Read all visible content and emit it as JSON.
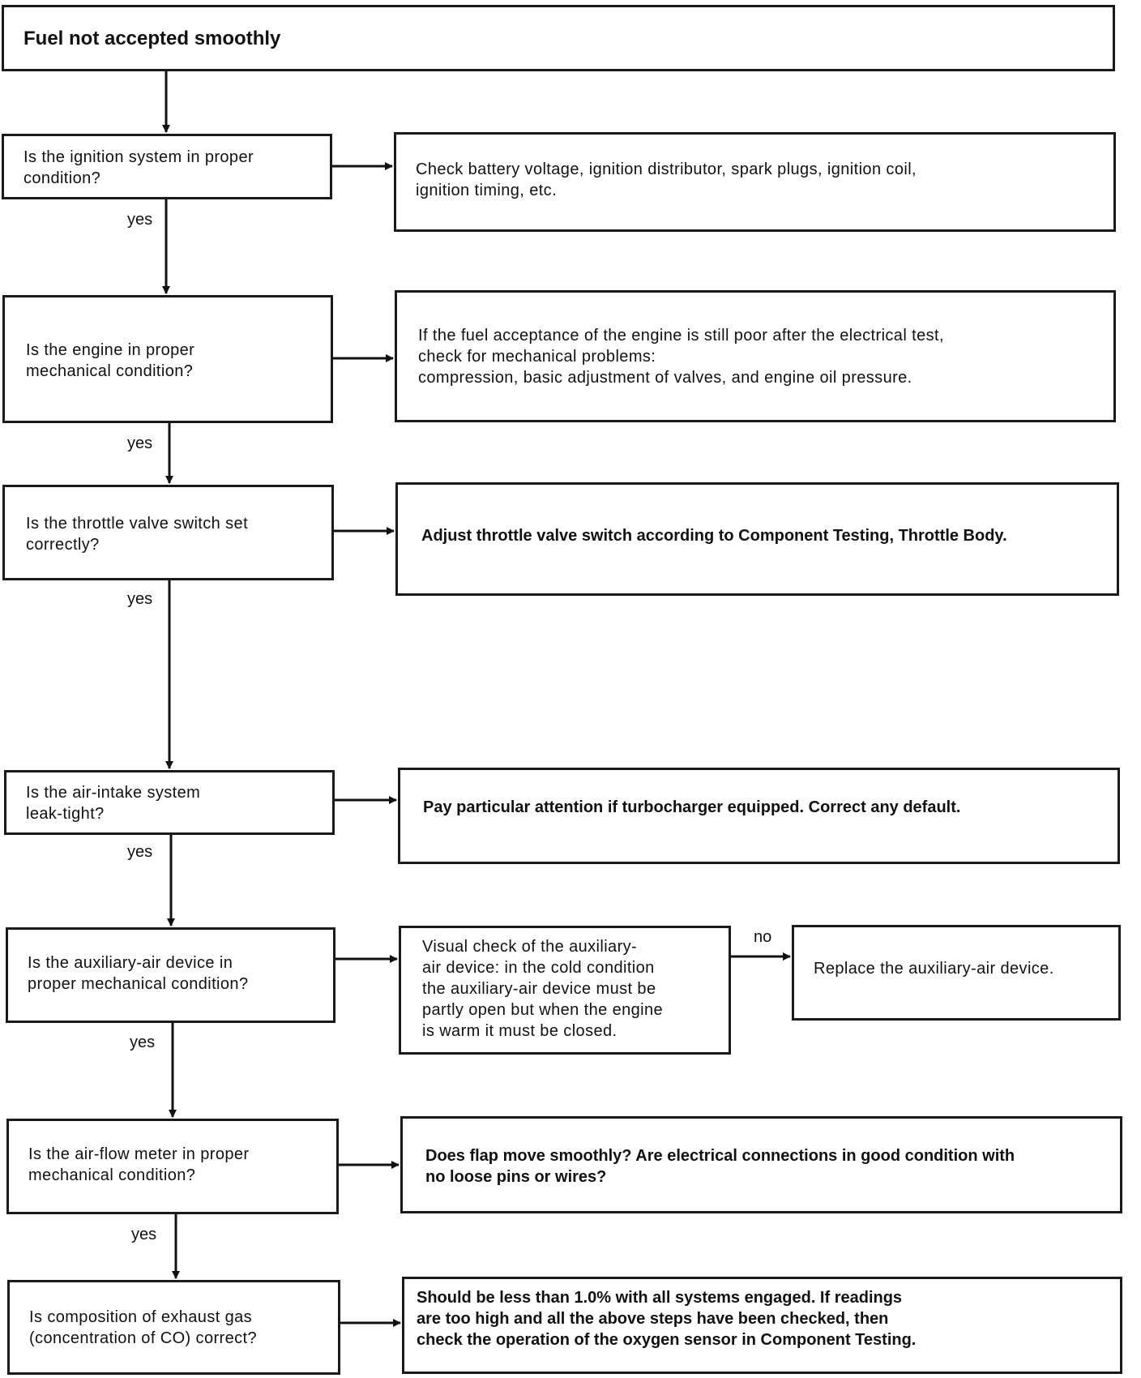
{
  "title": "Fuel not accepted smoothly",
  "steps": [
    {
      "question": "Is the ignition system in proper\ncondition?",
      "action": "Check battery voltage, ignition distributor, spark plugs, ignition coil,\nignition timing, etc.",
      "branch_label": "yes"
    },
    {
      "question": "Is the engine in proper\nmechanical condition?",
      "action": "If the fuel acceptance of the engine is still poor after the electrical test,\ncheck for mechanical problems:\ncompression, basic adjustment of valves, and engine oil pressure.",
      "branch_label": "yes"
    },
    {
      "question": "Is the throttle valve switch set\ncorrectly?",
      "action": "Adjust throttle valve switch according to Component Testing, Throttle Body.",
      "branch_label": "yes"
    },
    {
      "question": "Is the air-intake system\nleak-tight?",
      "action": "Pay particular attention if turbocharger equipped. Correct any default.",
      "branch_label": "yes"
    },
    {
      "question": "Is the auxiliary-air device in\nproper mechanical condition?",
      "action": "Visual check of the auxiliary-\nair device: in the cold condition\nthe auxiliary-air device must be\npartly open but when the engine\nis warm it must be closed.",
      "branch_label": "yes",
      "sub_label": "no",
      "sub_action": "Replace the auxiliary-air device."
    },
    {
      "question": "Is the air-flow meter in proper\nmechanical condition?",
      "action": "Does flap move smoothly? Are electrical connections in good condition with\nno loose pins or wires?",
      "branch_label": "yes"
    },
    {
      "question": "Is composition of exhaust gas\n(concentration of CO) correct?",
      "action": "Should be less than 1.0% with all systems engaged. If readings\nare too high and all the above steps have been checked, then\ncheck the operation of the oxygen sensor in Component Testing."
    }
  ]
}
